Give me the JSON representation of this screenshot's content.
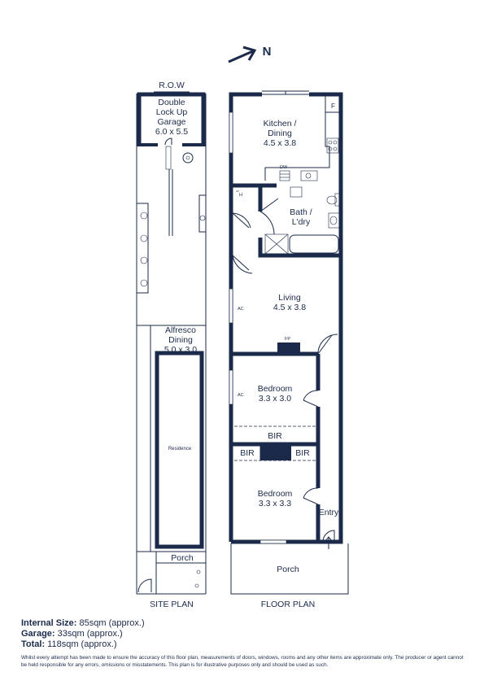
{
  "north": {
    "label": "N"
  },
  "site_plan": {
    "title": "SITE PLAN",
    "row_label": "R.O.W",
    "garage": {
      "name_line1": "Double",
      "name_line2": "Lock Up",
      "name_line3": "Garage",
      "size": "6.0 x 5.5"
    },
    "alfresco": {
      "name_line1": "Alfresco",
      "name_line2": "Dining",
      "size": "5.0 x 3.0"
    },
    "residence": "Residence",
    "porch": "Porch"
  },
  "floor_plan": {
    "title": "FLOOR PLAN",
    "kitchen": {
      "name_line1": "Kitchen /",
      "name_line2": "Dining",
      "size": "4.5 x 3.8"
    },
    "bath": {
      "name_line1": "Bath /",
      "name_line2": "L'dry"
    },
    "living": {
      "name": "Living",
      "size": "4.5 x 3.8"
    },
    "bedroom1": {
      "name": "Bedroom",
      "size": "3.3 x 3.0"
    },
    "bedroom2": {
      "name": "Bedroom",
      "size": "3.3 x 3.3"
    },
    "bir_main": "BIR",
    "bir_left": "BIR",
    "bir_right": "BIR",
    "entry": "Entry",
    "porch": "Porch",
    "fixtures": {
      "fridge": "F",
      "dishwasher": "DW",
      "heater": "H",
      "ac_living": "AC",
      "ac_bed": "AC",
      "fireplace": "FP"
    }
  },
  "areas": {
    "internal_label": "Internal Size:",
    "internal_value": " 85sqm (approx.)",
    "garage_label": "Garage:",
    "garage_value": " 33sqm (approx.)",
    "total_label": "Total:",
    "total_value": " 118sqm (approx.)"
  },
  "disclaimer": "Whilst every attempt has been made to ensure the accuracy of this floor plan, measurements of doors, windows, rooms and any other items are approximate only. The producer or agent cannot be held responsible for any errors, omissions or misstatements. This plan is for illustrative purposes only and should be used as such."
}
